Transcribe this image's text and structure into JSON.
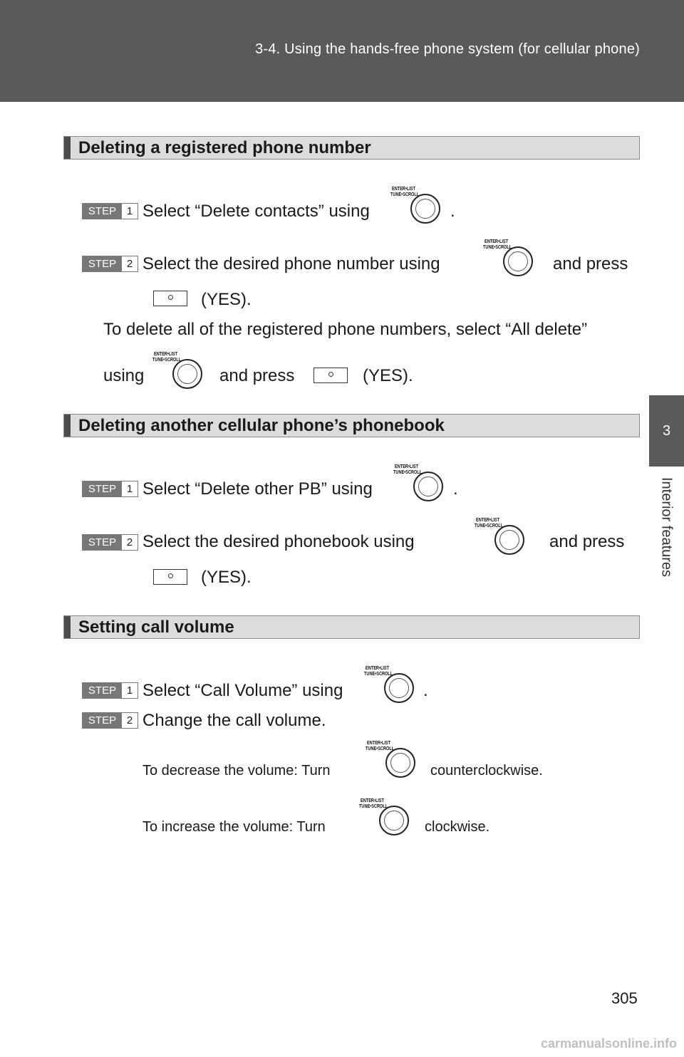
{
  "header": {
    "title": "3-4. Using the hands-free phone system (for cellular phone)"
  },
  "side_tab": {
    "number": "3",
    "label": "Interior features"
  },
  "knob_label": {
    "line1": "ENTER•LIST",
    "line2": "TUNE•SCROLL"
  },
  "step_word": "STEP",
  "sections": {
    "delete_number": {
      "title": "Deleting a registered phone number",
      "step1": {
        "num": "1",
        "text": "Select “Delete contacts” using",
        "end": "."
      },
      "step2": {
        "num": "2",
        "text": "Select  the  desired  phone  number  using",
        "and_press": "and  press",
        "yes": "(YES)."
      },
      "note": {
        "line1": "To  delete  all  of  the  registered  phone  numbers,  select  “All  delete”",
        "using": "using",
        "and_press": "and press",
        "yes": "(YES)."
      }
    },
    "delete_phonebook": {
      "title": "Deleting another cellular phone’s phonebook",
      "step1": {
        "num": "1",
        "text": "Select “Delete other PB” using",
        "end": "."
      },
      "step2": {
        "num": "2",
        "text": "Select   the   desired   phonebook   using",
        "and_press": "and   press",
        "yes": "(YES)."
      }
    },
    "call_volume": {
      "title": "Setting call volume",
      "step1": {
        "num": "1",
        "text": "Select “Call Volume” using",
        "end": "."
      },
      "step2": {
        "num": "2",
        "text": "Change the call volume."
      },
      "decrease": {
        "text": "To decrease the volume: Turn",
        "end": "counterclockwise."
      },
      "increase": {
        "text": "To increase the volume: Turn",
        "end": "clockwise."
      }
    }
  },
  "page_number": "305",
  "footer": "carmanualsonline.info"
}
